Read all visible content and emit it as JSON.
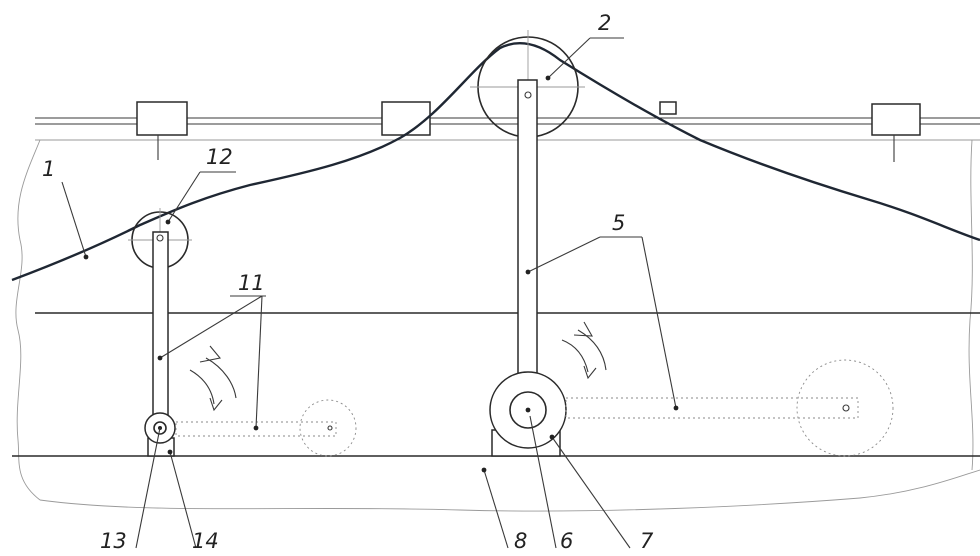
{
  "labels": {
    "l1": "1",
    "l2": "2",
    "l5": "5",
    "l6": "6",
    "l7": "7",
    "l8": "8",
    "l11": "11",
    "l12": "12",
    "l13": "13",
    "l14": "14"
  }
}
